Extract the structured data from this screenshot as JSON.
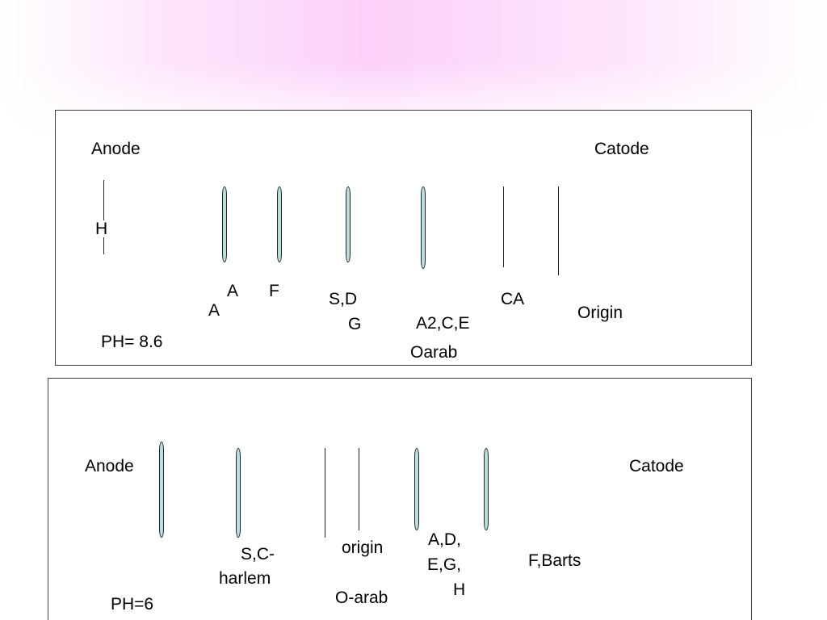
{
  "panel_top": {
    "anode_label": "Anode",
    "catode_label": "Catode",
    "ph_label": "PH=  8.6",
    "band_labels": {
      "h": "H",
      "a_upper": "A",
      "a_lower": "A",
      "f": "F",
      "s_d": "S,D",
      "g": "G",
      "ca": "CA",
      "a2_c_e": "A2,C,E",
      "oarab": "Oarab",
      "origin": "Origin"
    }
  },
  "panel_bottom": {
    "anode_label": "Anode",
    "catode_label": "Catode",
    "ph_label": "PH=6",
    "band_labels": {
      "s_c": "S,C-",
      "harlem": "harlem",
      "origin": "origin",
      "o_arab": "O-arab",
      "a_d": "A,D,",
      "e_g": "E,G,",
      "h": "H",
      "f_barts": "F,Barts"
    }
  }
}
